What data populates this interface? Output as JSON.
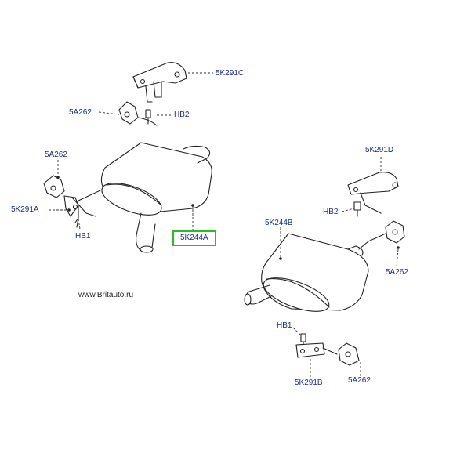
{
  "watermark": "www.Britauto.ru",
  "highlight_color": "#22c022",
  "label_color": "#1a2a9a",
  "labels": {
    "p5k291c": "5K291C",
    "p5a262_top": "5A262",
    "phb2_top": "HB2",
    "p5a262_left": "5A262",
    "p5k291a": "5K291A",
    "phb1_left": "HB1",
    "p5k244a": "5K244A",
    "p5k291d": "5K291D",
    "phb2_right": "HB2",
    "p5k244b": "5K244B",
    "p5a262_right": "5A262",
    "phb1_bottom": "HB1",
    "p5k291b": "5K291B",
    "p5a262_bottom": "5A262"
  }
}
